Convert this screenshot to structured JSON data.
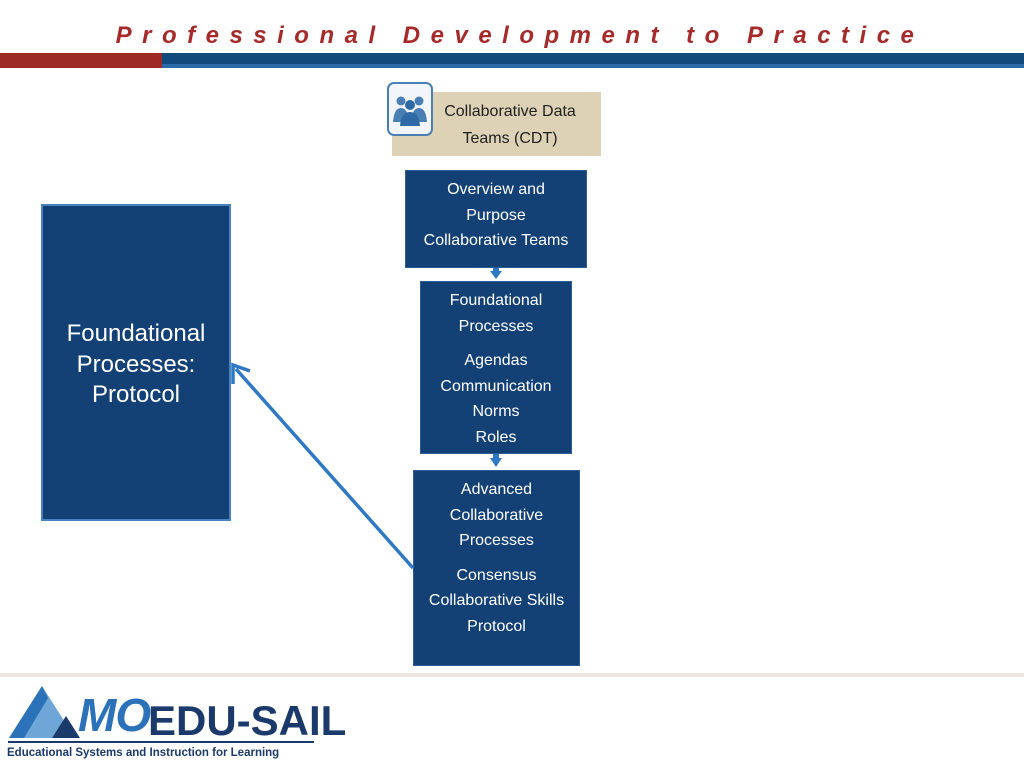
{
  "header": {
    "title": "Professional Development to Practice"
  },
  "cdt": {
    "icon": "people-group-icon",
    "label_line1": "Collaborative Data",
    "label_line2": "Teams (CDT)"
  },
  "steps": [
    {
      "lines": [
        "Overview and",
        "Purpose",
        "Collaborative Teams"
      ]
    },
    {
      "heading": [
        "Foundational",
        "Processes"
      ],
      "items": [
        "Agendas",
        "Communication",
        "Norms",
        "Roles"
      ]
    },
    {
      "heading": [
        "Advanced",
        "Collaborative",
        "Processes"
      ],
      "items": [
        "Consensus",
        "Collaborative Skills",
        "Protocol"
      ]
    }
  ],
  "focus": {
    "lines": [
      "Foundational",
      "Processes:",
      "Protocol"
    ]
  },
  "logo": {
    "mo": "MO",
    "name": "EDU-SAIL",
    "caption": "Educational Systems and Instruction for Learning"
  },
  "colors": {
    "title": "#a52a2a",
    "navy": "#134176",
    "tan": "#ddd2b6",
    "arrow": "#2f78c4"
  }
}
